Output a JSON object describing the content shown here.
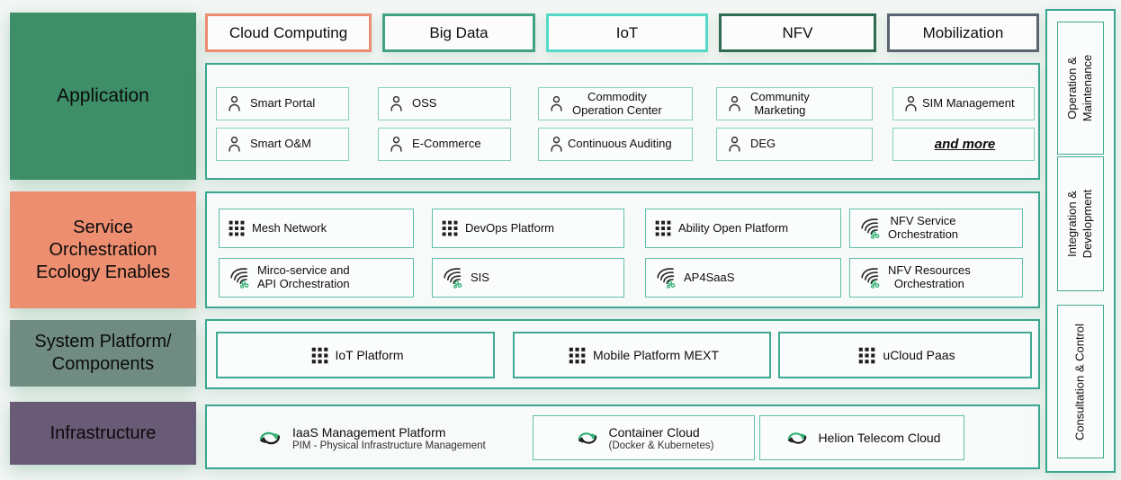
{
  "left_rail": {
    "items": [
      {
        "label": "Application",
        "color": "#3e8e68"
      },
      {
        "label": "Service\nOrchestration\nEcology Enables",
        "color": "#ee8e70"
      },
      {
        "label": "System Platform/\nComponents",
        "color": "#708c82"
      },
      {
        "label": "Infrastructure",
        "color": "#695a75"
      }
    ]
  },
  "top_tabs": [
    {
      "label": "Cloud Computing",
      "border": "#eb8d70"
    },
    {
      "label": "Big Data",
      "border": "#43a183"
    },
    {
      "label": "IoT",
      "border": "#55d8c8"
    },
    {
      "label": "NFV",
      "border": "#2e6b50"
    },
    {
      "label": "Mobilization",
      "border": "#5b6472"
    }
  ],
  "application_section": {
    "rows": [
      [
        {
          "label": "Smart Portal",
          "icon": "person"
        },
        {
          "label": "OSS",
          "icon": "person"
        },
        {
          "label": "Commodity\nOperation Center",
          "icon": "person"
        },
        {
          "label": "Community\nMarketing",
          "icon": "person"
        },
        {
          "label": "SIM Management",
          "icon": "person"
        }
      ],
      [
        {
          "label": "Smart O&M",
          "icon": "person"
        },
        {
          "label": "E-Commerce",
          "icon": "person"
        },
        {
          "label": "Continuous Auditing",
          "icon": "person"
        },
        {
          "label": "DEG",
          "icon": "person"
        },
        {
          "label": "and more",
          "icon": "none"
        }
      ]
    ]
  },
  "service_section": {
    "rows": [
      [
        {
          "label": "Mesh Network",
          "icon": "grid"
        },
        {
          "label": "DevOps Platform",
          "icon": "grid"
        },
        {
          "label": "Ability Open Platform",
          "icon": "grid"
        },
        {
          "label": "NFV Service\nOrchestration",
          "icon": "swirl"
        }
      ],
      [
        {
          "label": "Mirco-service and\nAPI Orchestration",
          "icon": "swirl"
        },
        {
          "label": "SIS",
          "icon": "swirl"
        },
        {
          "label": "AP4SaaS",
          "icon": "swirl"
        },
        {
          "label": "NFV Resources\nOrchestration",
          "icon": "swirl"
        }
      ]
    ]
  },
  "system_section": {
    "items": [
      {
        "label": "IoT Platform",
        "icon": "grid"
      },
      {
        "label": "Mobile Platform MEXT",
        "icon": "grid"
      },
      {
        "label": "uCloud Paas",
        "icon": "grid"
      }
    ]
  },
  "infrastructure_section": {
    "items": [
      {
        "label": "IaaS Management Platform",
        "sublabel": "PIM - Physical Infrastructure Management",
        "icon": "cloud-sync"
      },
      {
        "label": "Container Cloud",
        "sublabel": "(Docker & Kubernetes)",
        "icon": "cloud-sync"
      },
      {
        "label": "Helion Telecom Cloud",
        "sublabel": "",
        "icon": "cloud-sync"
      }
    ]
  },
  "right_rail": {
    "items": [
      {
        "label": "Operation &\nMaintenance"
      },
      {
        "label": "Integration &\nDevelopment"
      },
      {
        "label": "Consultation & Control"
      }
    ]
  },
  "accent_colors": {
    "container_border": "#3aa68f",
    "chip_border": "#84cfc1",
    "icon_green": "#2fae72",
    "icon_dark": "#1d1d1d"
  }
}
